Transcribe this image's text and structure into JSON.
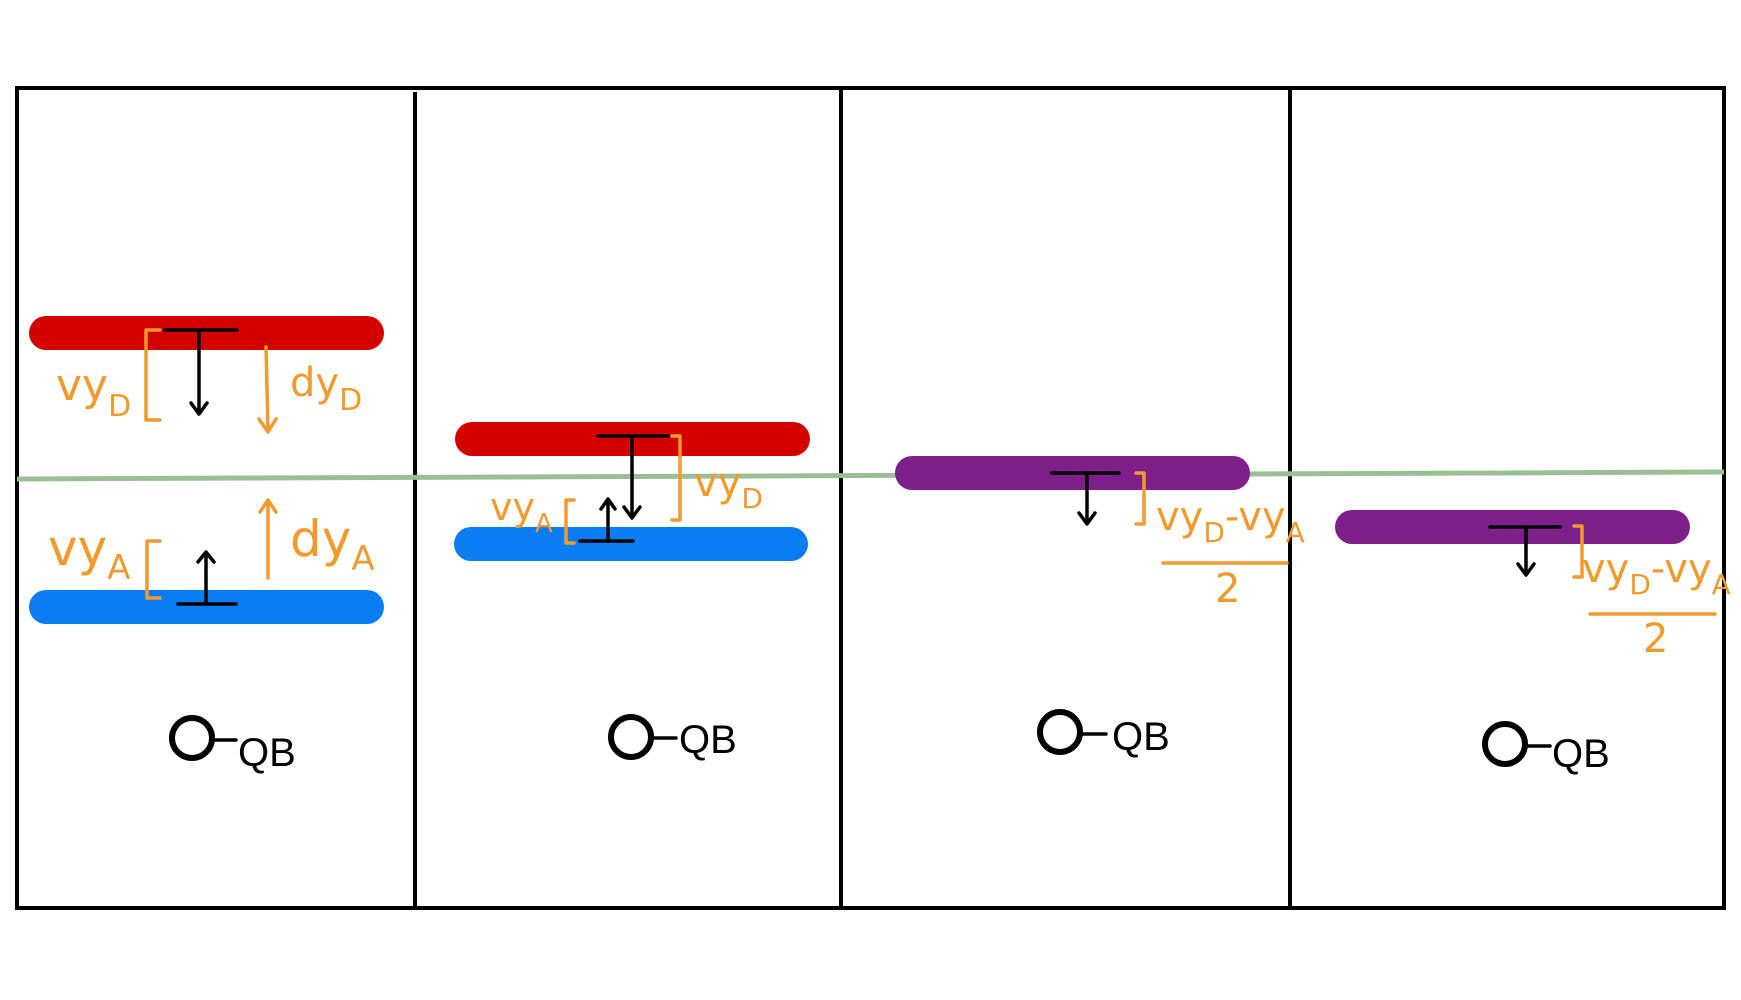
{
  "colors": {
    "defense_bar": "#d40000",
    "attack_bar": "#0a7df5",
    "merged_bar": "#7e1f8a",
    "annotation": "#f29a2e",
    "line_of_scrimmage": "#9bbf95",
    "ink": "#000000"
  },
  "panels": [
    {
      "vy_d_label": "vy",
      "vy_d_sub": "D",
      "dy_d_label": "dy",
      "dy_d_sub": "D",
      "vy_a_label": "vy",
      "vy_a_sub": "A",
      "dy_a_label": "dy",
      "dy_a_sub": "A",
      "qb_label": "QB"
    },
    {
      "vy_a_label": "vy",
      "vy_a_sub": "A",
      "vy_d_label": "vy",
      "vy_d_sub": "D",
      "qb_label": "QB"
    },
    {
      "numerator_a": "vy",
      "sub_d": "D",
      "minus": "-vy",
      "sub_a": "A",
      "denominator": "2",
      "qb_label": "QB"
    },
    {
      "numerator_a": "vy",
      "sub_d": "D",
      "minus": "-vy",
      "sub_a": "A",
      "denominator": "2",
      "qb_label": "QB"
    }
  ]
}
